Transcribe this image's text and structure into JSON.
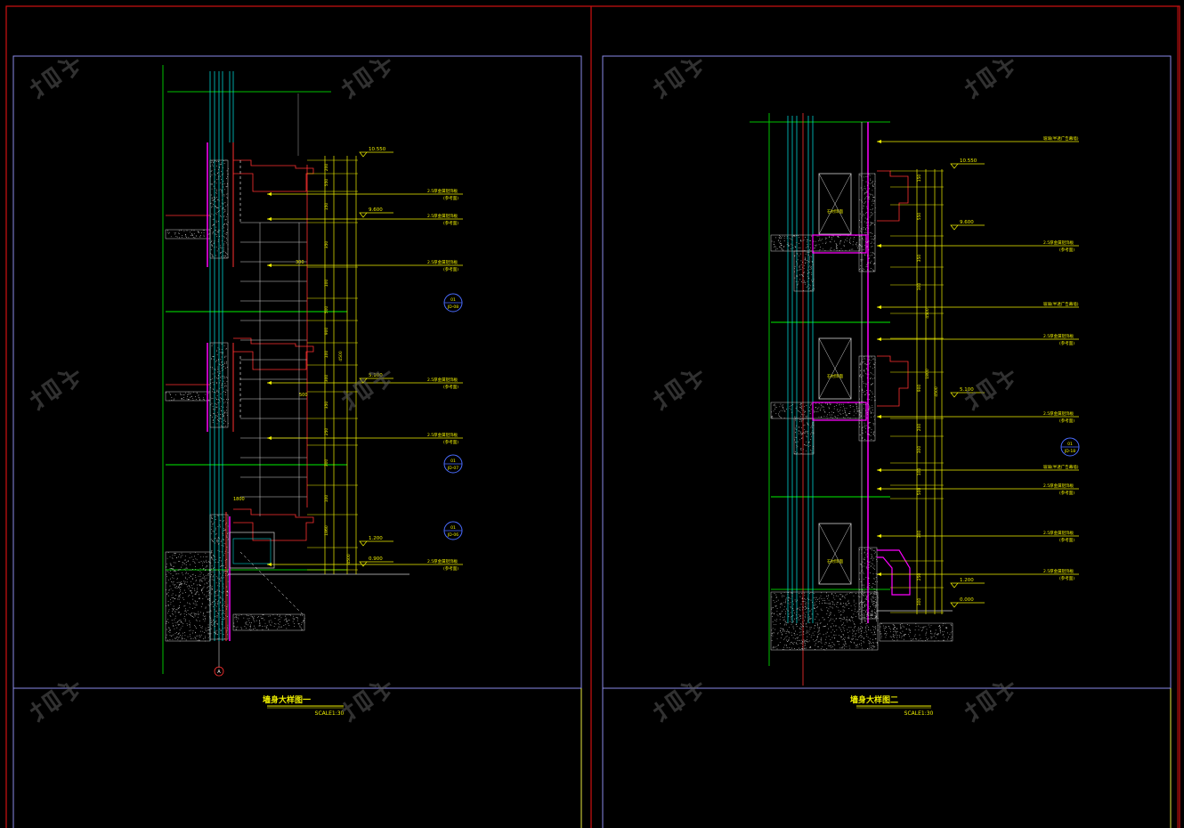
{
  "colors": {
    "background": "#000000",
    "sheet_border": "#d01010",
    "frame": "#8a8ae8",
    "title_block": "#e8e840",
    "annotation": "#f0f000",
    "wall_line": "#00d0d0",
    "finish_line": "#ff00ff",
    "structure": "#ff3030",
    "grid_line": "#00c000",
    "dimension": "#f0f000",
    "hatch": "#c8c8c8"
  },
  "left_detail": {
    "title": "墙身大样图一",
    "scale": "SCALE1:30",
    "elevations": [
      "10.550",
      "9.600",
      "5.100",
      "1.200",
      "0.900"
    ],
    "dimensions": [
      "200",
      "550",
      "150",
      "350",
      "100",
      "500",
      "900",
      "100",
      "300",
      "350",
      "250",
      "300",
      "100",
      "1860",
      "4500",
      "4500"
    ],
    "material_notes": [
      "2.5厚金属铝饰板",
      "(参考面)",
      "2.5厚金属铝饰板",
      "(参考面)",
      "2.5厚金属铝饰板",
      "(参考面)",
      "2.5厚金属铝饰板",
      "(参考面)",
      "2.5厚金属铝饰板",
      "(参考面)",
      "2.5厚金属铝饰板",
      "(参考面)"
    ],
    "callouts": [
      {
        "num": "01",
        "ref": "JD-08"
      },
      {
        "num": "01",
        "ref": "JD-07"
      },
      {
        "num": "01",
        "ref": "JD-06"
      }
    ],
    "labels": [
      "300",
      "500",
      "1800"
    ],
    "grid_marker": "A"
  },
  "right_detail": {
    "title": "墙身大样图二",
    "scale": "SCALE1:30",
    "elevations": [
      "10.550",
      "9.600",
      "5.100",
      "1.200",
      "0.000"
    ],
    "dimensions": [
      "150",
      "550",
      "350",
      "300",
      "4500",
      "900",
      "200",
      "300",
      "100",
      "500",
      "300",
      "1800",
      "250",
      "300",
      "4500"
    ],
    "material_notes": [
      "玻璃(半透广告幕墙)",
      "2.5厚金属铝饰板",
      "(参考面)",
      "玻璃(半透广告幕墙)",
      "2.5厚金属铝饰板",
      "(参考面)",
      "2.5厚金属铝饰板",
      "(参考面)",
      "玻璃(半透广告幕墙)",
      "2.5厚金属铝饰板",
      "(参考面)",
      "2.5厚金属铝饰板",
      "(参考面)",
      "2.5厚金属铝饰板",
      "(参考面)"
    ],
    "callouts": [
      {
        "num": "01",
        "ref": "JD-18"
      }
    ],
    "box_labels": [
      "石材饰面",
      "石材饰面",
      "石材饰面"
    ]
  }
}
